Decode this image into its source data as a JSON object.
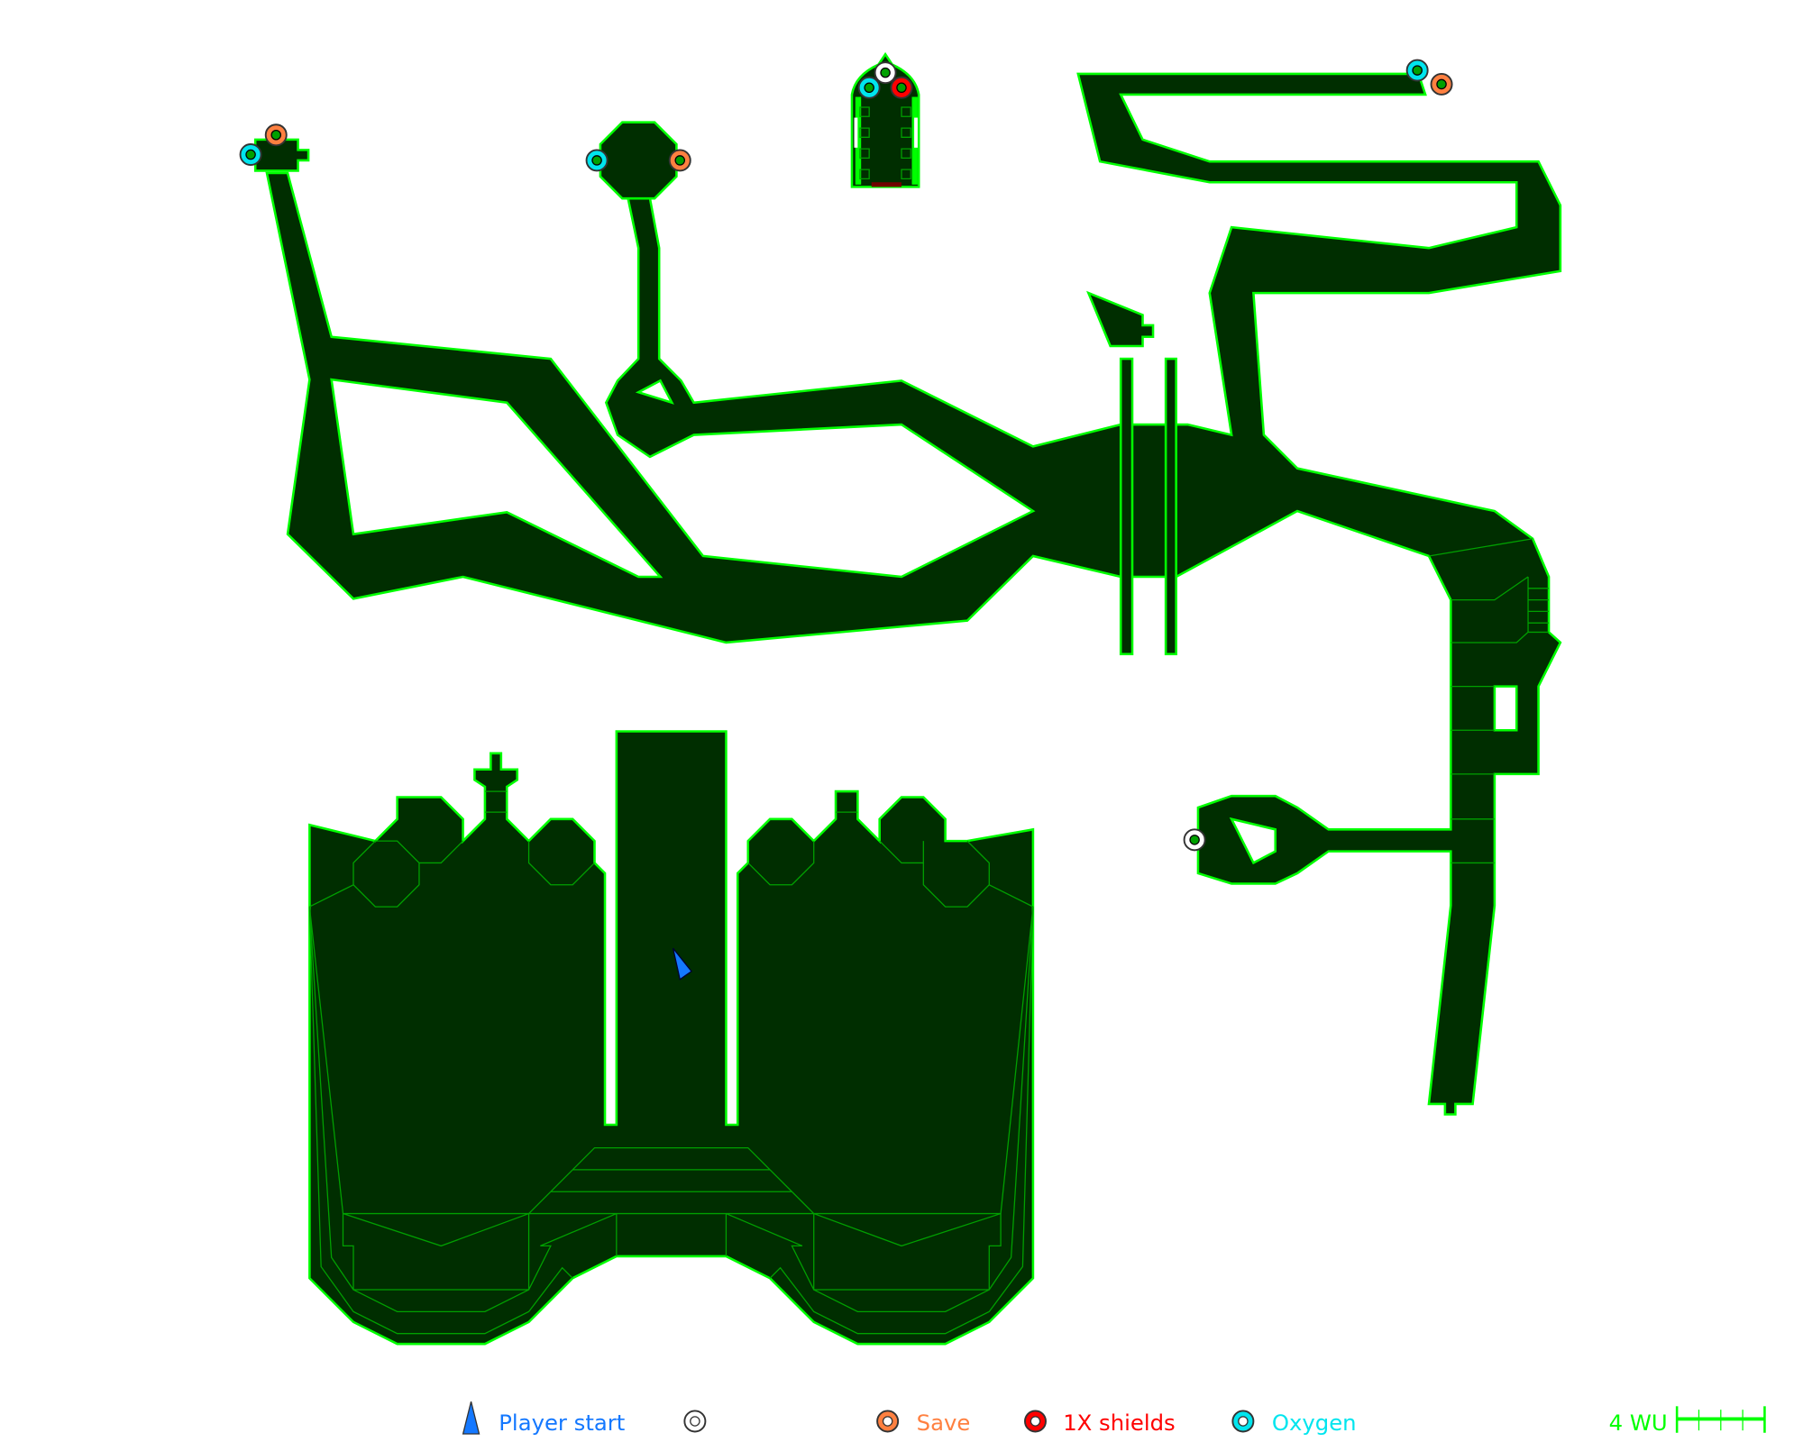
{
  "map": {
    "background": "#ffffff",
    "room_fill": "#002e00",
    "room_stroke": "#00ff00",
    "markers": [
      {
        "type": "save",
        "color": "#ff8040"
      },
      {
        "type": "save",
        "color": "#ff8040"
      },
      {
        "type": "save",
        "color": "#ff8040"
      },
      {
        "type": "shields",
        "color": "#ff0000"
      },
      {
        "type": "oxygen",
        "color": "#00e5ee"
      },
      {
        "type": "oxygen",
        "color": "#00e5ee"
      },
      {
        "type": "oxygen",
        "color": "#00e5ee"
      },
      {
        "type": "oxygen",
        "color": "#00e5ee"
      },
      {
        "type": "unknown",
        "color": "#ffffff"
      },
      {
        "type": "unknown",
        "color": "#ffffff"
      }
    ],
    "player_start": {
      "color": "#1478ff"
    }
  },
  "legend": {
    "player_start": {
      "label": "Player start",
      "color": "#1478ff"
    },
    "unknown": {
      "label": "",
      "color": "#ffffff"
    },
    "save": {
      "label": "Save",
      "color": "#ff8040"
    },
    "shields": {
      "label": "1X shields",
      "color": "#ff0000"
    },
    "oxygen": {
      "label": "Oxygen",
      "color": "#00e5ee"
    },
    "scale": {
      "label": "4 WU",
      "ticks": 4,
      "color": "#00ff00"
    }
  }
}
